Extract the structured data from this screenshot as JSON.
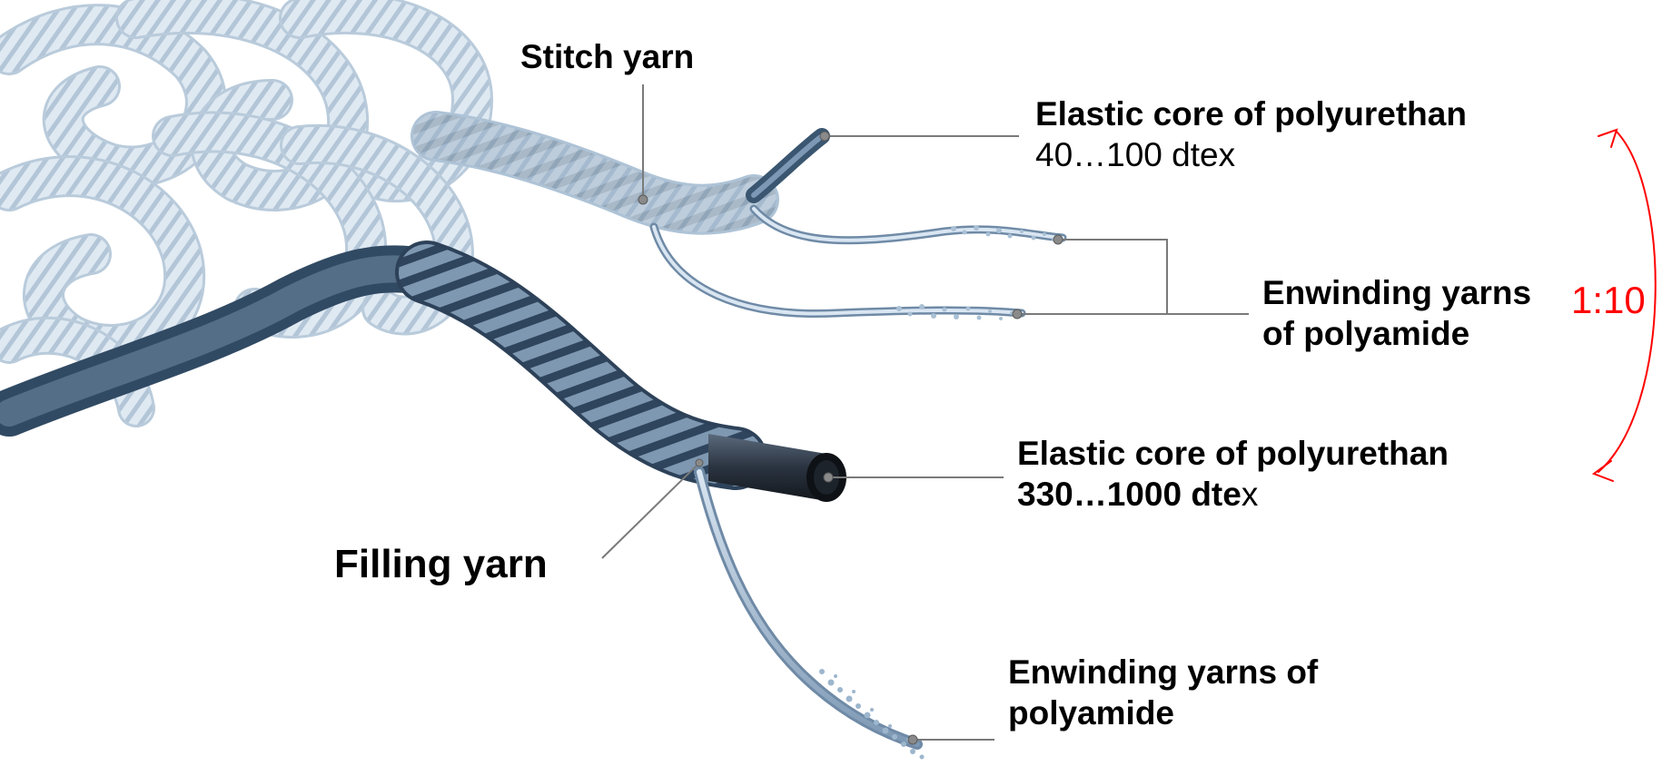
{
  "labels": {
    "stitch_yarn": "Stitch yarn",
    "core_top_title": "Elastic core of polyurethan",
    "core_top_value": "40…100 dtex",
    "enwinding_right_line1": "Enwinding yarns",
    "enwinding_right_line2": "of polyamide",
    "core_bottom_title": "Elastic core of polyurethan",
    "core_bottom_value_bold": "330…1000 dte",
    "core_bottom_value_tail": "x",
    "filling_yarn": "Filling yarn",
    "enwinding_bottom_line1": "Enwinding yarns of",
    "enwinding_bottom_line2": "polyamide",
    "ratio": "1:10"
  },
  "colors": {
    "yarn_light": "#cfdde9",
    "yarn_mid": "#9fb7cc",
    "yarn_dark": "#3e5670",
    "core_black": "#14181d",
    "leader_line": "#7a7a7a",
    "accent_red": "#ff0000"
  }
}
